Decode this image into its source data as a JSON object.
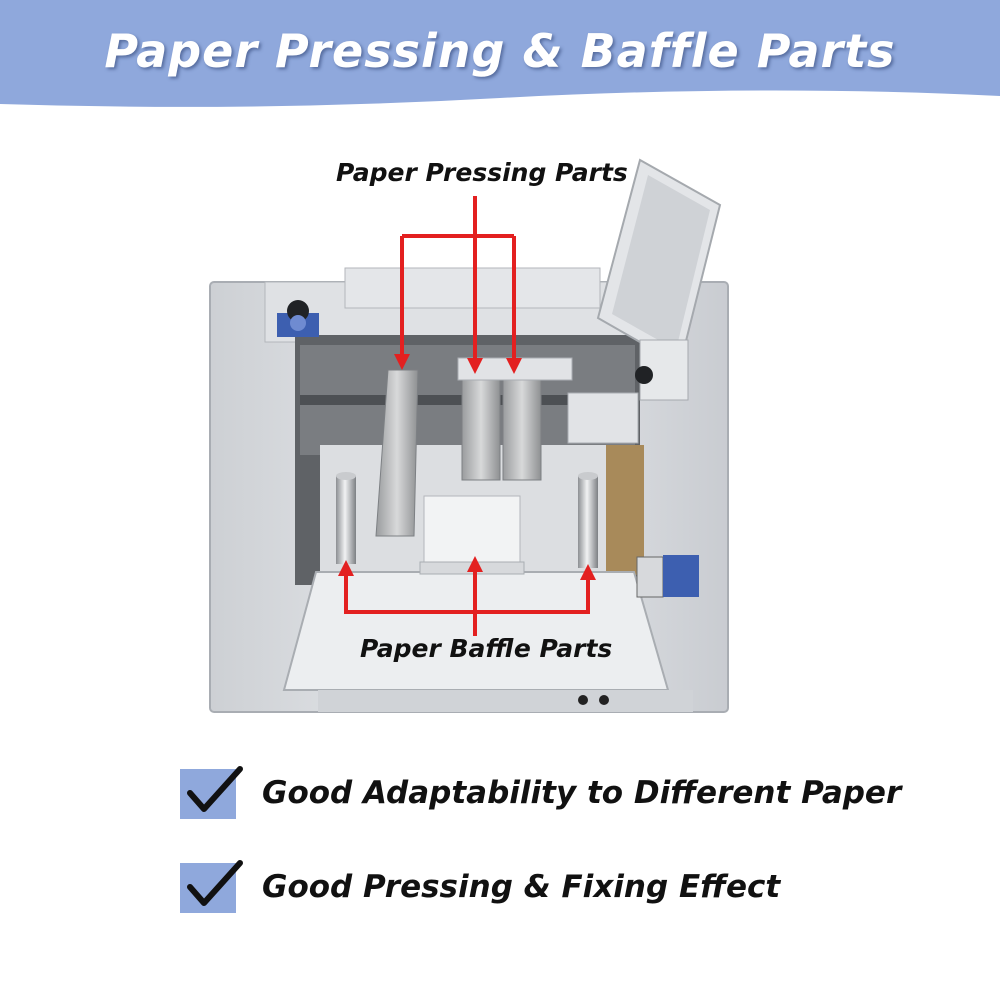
{
  "header": {
    "title": "Paper Pressing & Baffle Parts"
  },
  "callouts": {
    "pressing_label": "Paper Pressing Parts",
    "baffle_label": "Paper Baffle Parts"
  },
  "features": [
    {
      "text": "Good Adaptability to Different Paper"
    },
    {
      "text": "Good Pressing & Fixing Effect"
    }
  ],
  "colors": {
    "banner": "#8fa8dc",
    "arrow": "#e32020",
    "check_box": "#8fa8dc",
    "check_mark": "#111111"
  }
}
